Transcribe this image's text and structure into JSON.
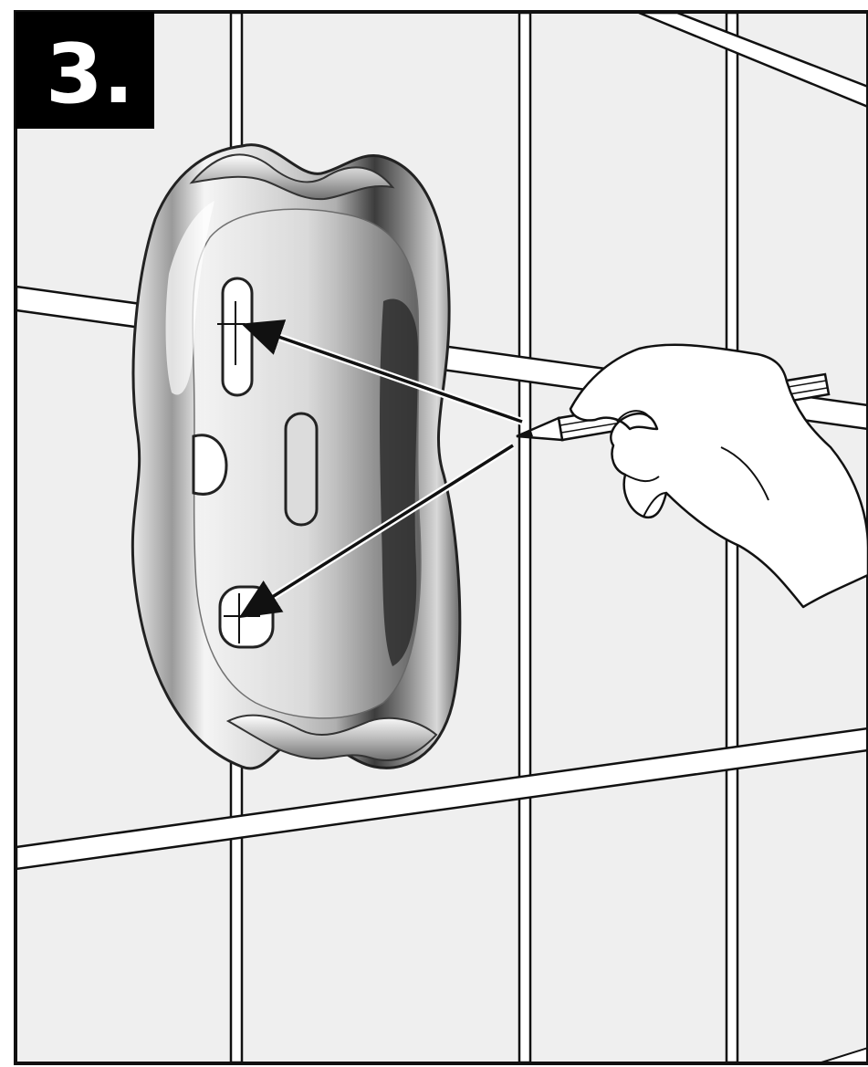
{
  "step": {
    "number": "3."
  },
  "colors": {
    "tile_fill": "#efefef",
    "grout_fill": "#ffffff",
    "line": "#111111",
    "badge_background": "#000000",
    "badge_text": "#ffffff",
    "bracket_light": "#f2f2f2",
    "bracket_mid": "#bdbdbd",
    "bracket_dark": "#3a3a3a",
    "hand_fill": "#ffffff",
    "hole_fill": "#ffffff"
  },
  "icons": {
    "bracket": "chrome-mounting-bracket",
    "hand": "hand-holding-pencil",
    "arrows": "marking-arrows"
  }
}
